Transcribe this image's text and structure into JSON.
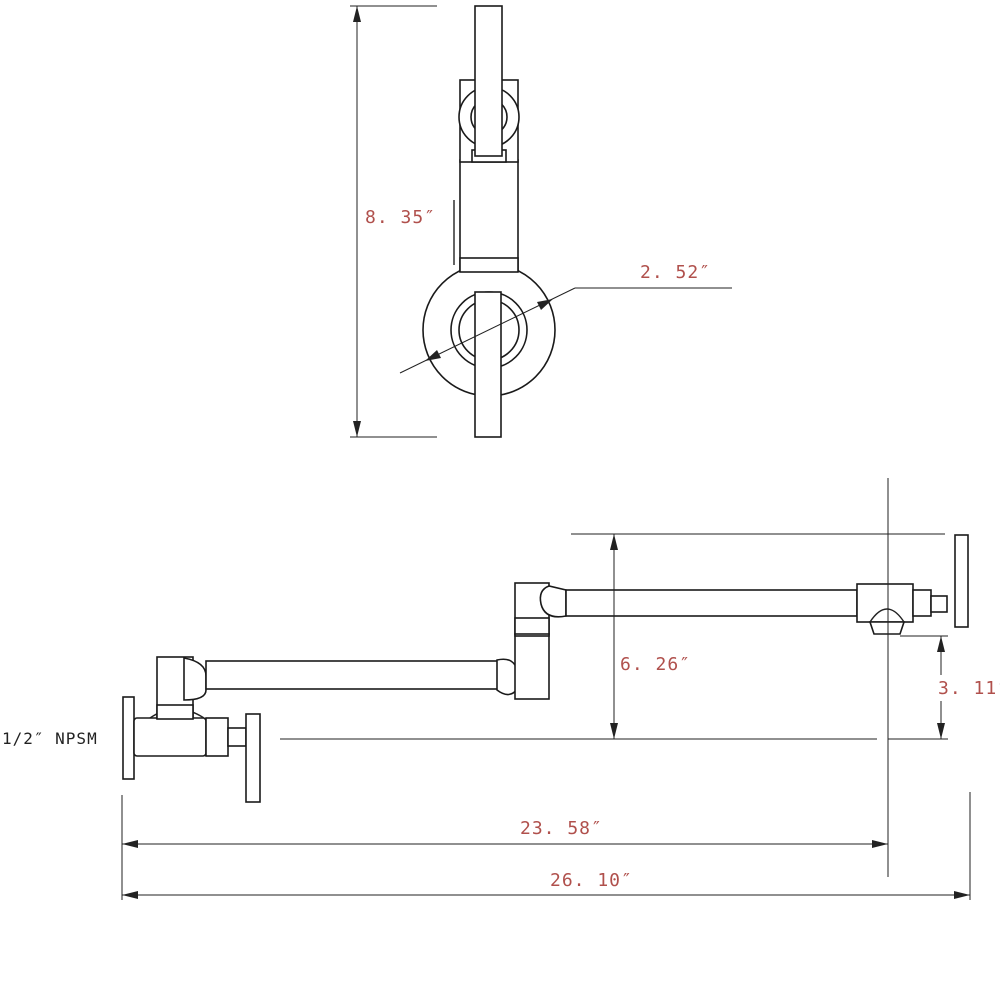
{
  "colors": {
    "dimension_text": "#b0504c",
    "line": "#222222"
  },
  "top_view": {
    "height_dim": "8. 35″",
    "diameter_dim": "2. 52″"
  },
  "side_view": {
    "connection_label": "1/2″ NPSM",
    "rise_dim": "6. 26″",
    "spout_height_dim": "3. 11″",
    "reach_dim": "23. 58″",
    "total_length_dim": "26. 10″"
  }
}
